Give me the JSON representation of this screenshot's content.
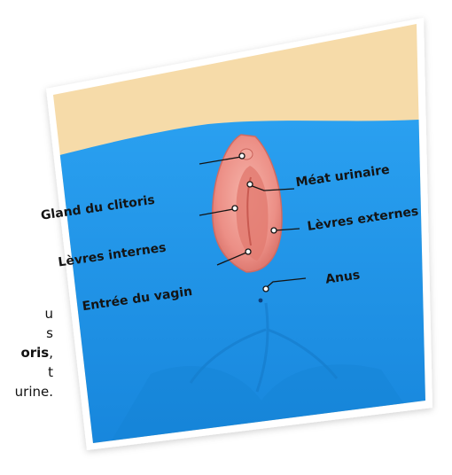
{
  "background_text": {
    "line1": "u",
    "line2": "s",
    "line3_bold": "oris",
    "line3_rest": ",",
    "line4": "t",
    "line5": "urine."
  },
  "labels": {
    "gland_clitoris": "Gland du clitoris",
    "meat_urinaire": "Méat urinaire",
    "levres_internes": "Lèvres internes",
    "levres_externes": "Lèvres externes",
    "entree_vagin": "Entrée du vagin",
    "anus": "Anus"
  },
  "colors": {
    "card_border": "#ffffff",
    "card_sky": "#f6dba9",
    "body_blue": "#1e94ea",
    "vulva_pink": "#ec8f86",
    "vulva_inner": "#d9685f",
    "label_text": "#141414"
  }
}
